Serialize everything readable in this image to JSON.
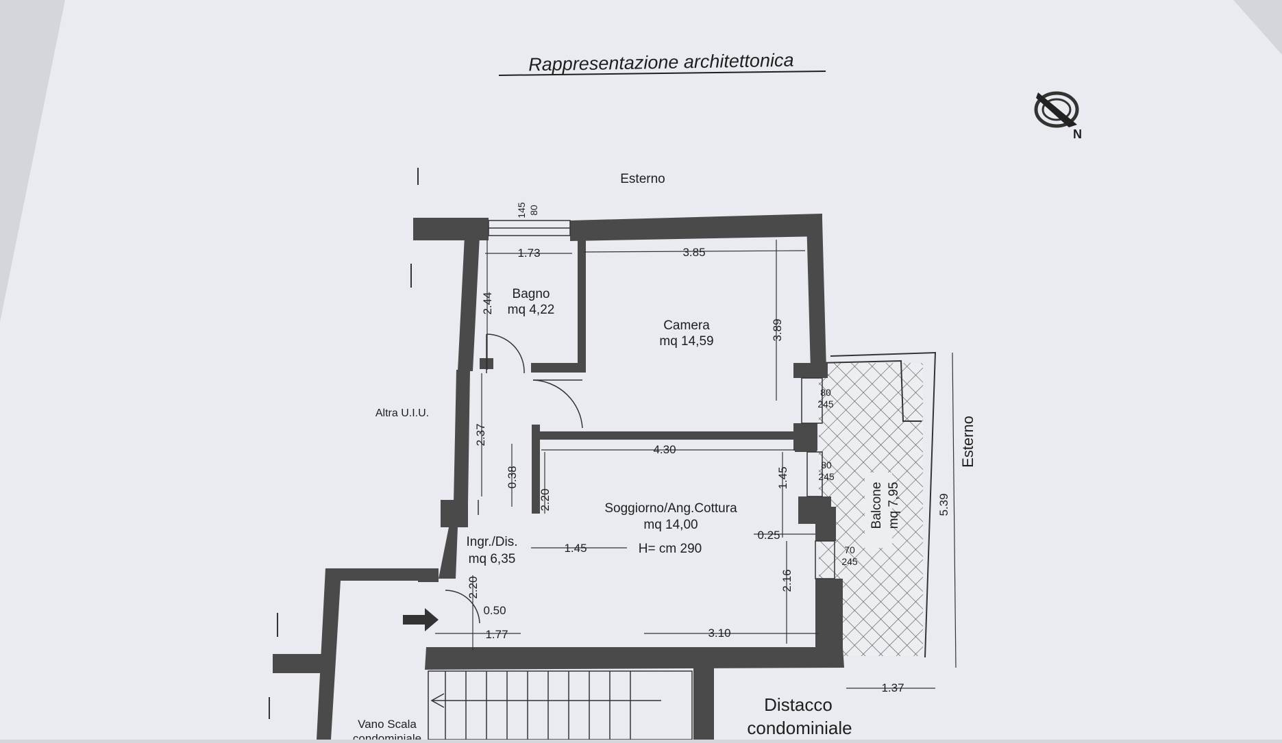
{
  "page": {
    "title": "Rappresentazione architettonica",
    "north": "N",
    "colors": {
      "paper": "#e9ebf0",
      "background": "#d4d6db",
      "wall": "#4a4a4a",
      "ink": "#1e1e1e"
    }
  },
  "labels": {
    "esterno_top": "Esterno",
    "esterno_right": "Esterno",
    "altra_uiu": "Altra U.I.U.",
    "vano_scala": "Vano Scala",
    "vano_scala_2": "condominiale",
    "distacco_1": "Distacco",
    "distacco_2": "condominiale",
    "height": "H= cm 290"
  },
  "rooms": {
    "bagno": {
      "name": "Bagno",
      "area": "mq 4,22"
    },
    "camera": {
      "name": "Camera",
      "area": "mq 14,59"
    },
    "soggiorno": {
      "name": "Soggiorno/Ang.Cottura",
      "area": "mq 14,00"
    },
    "ingresso": {
      "name": "Ingr./Dis.",
      "area": "mq 6,35"
    },
    "balcone": {
      "name": "Balcone",
      "area": "mq 7,95"
    }
  },
  "dimensions": {
    "bagno_width": "1.73",
    "camera_width": "3.85",
    "bagno_height": "2.44",
    "camera_height": "3.89",
    "soggiorno_width": "4.30",
    "ingresso_height": "2.37",
    "door_gap": "0.38",
    "soggiorno_left": "2.20",
    "soggiorno_right_top": "1.45",
    "soggiorno_inner": "1.45",
    "pier": "0.25",
    "soggiorno_right_bottom": "2.16",
    "ingresso_bottom": "2.20",
    "step": "0.50",
    "ingresso_width": "1.77",
    "soggiorno_bottom": "3.10",
    "balcone_length": "5.39",
    "balcone_depth": "1.37",
    "window_top_a": "145",
    "window_top_b": "80",
    "window1_a": "80",
    "window1_b": "245",
    "window2_a": "80",
    "window2_b": "245",
    "window3_a": "70",
    "window3_b": "245"
  }
}
